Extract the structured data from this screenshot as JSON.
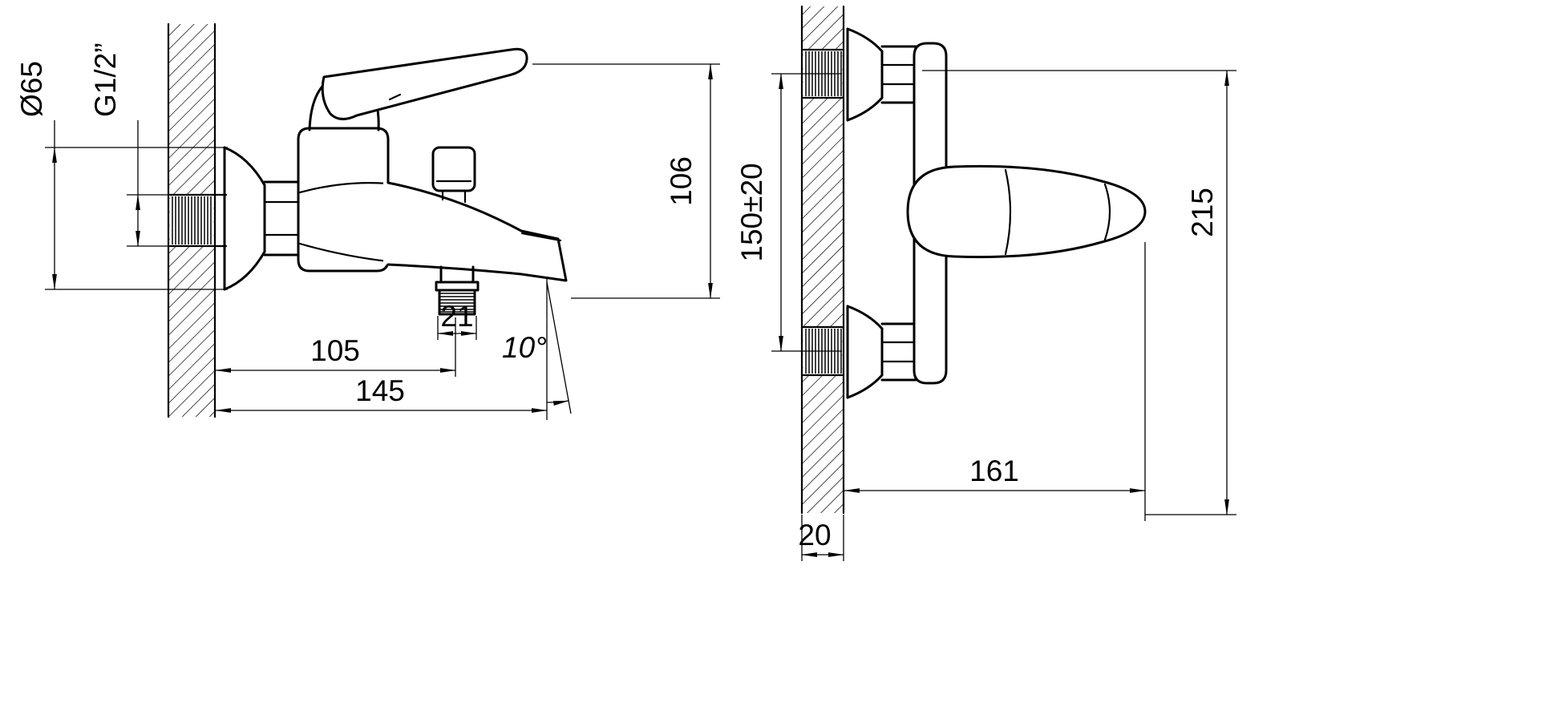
{
  "page": {
    "background": "#ffffff",
    "line_color": "#000000"
  },
  "drawing": {
    "type": "orthographic technical drawing",
    "subject": "wall-mounted single-lever bath mixer faucet, two views with dimensions",
    "side_view": {
      "dimensions": {
        "flange_diameter": "Ø65",
        "thread_size": "G1/2”",
        "height": "106",
        "outlet_offset": "105",
        "spout_reach": "145",
        "outlet_width": "21",
        "spout_angle": "10°"
      }
    },
    "front_view": {
      "dimensions": {
        "inlet_spacing": "150±20",
        "overall_width": "215",
        "projection": "161",
        "wall_offset": "20"
      }
    }
  }
}
